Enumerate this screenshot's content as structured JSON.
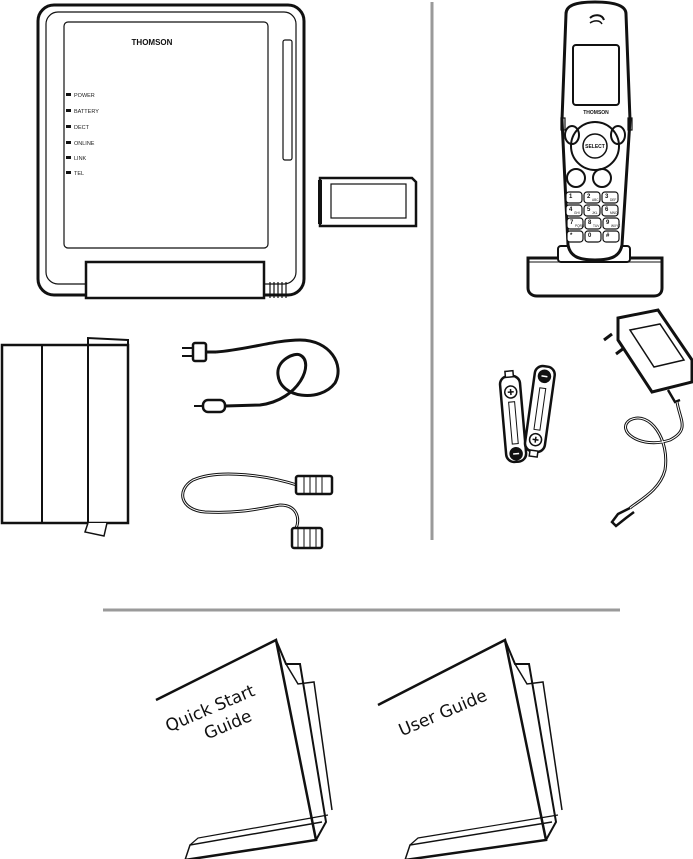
{
  "modem": {
    "brand": "THOMSON",
    "leds": [
      {
        "label": "POWER"
      },
      {
        "label": "BATTERY"
      },
      {
        "label": "DECT"
      },
      {
        "label": "ONLINE"
      },
      {
        "label": "LINK"
      },
      {
        "label": "TEL"
      }
    ]
  },
  "handset": {
    "brand": "THOMSON",
    "select_label": "SELECT",
    "keypad": [
      {
        "num": "1",
        "letters": ""
      },
      {
        "num": "2",
        "letters": "ABC"
      },
      {
        "num": "3",
        "letters": "DEF"
      },
      {
        "num": "4",
        "letters": "GHI"
      },
      {
        "num": "5",
        "letters": "JKL"
      },
      {
        "num": "6",
        "letters": "MNO"
      },
      {
        "num": "7",
        "letters": "PQRS"
      },
      {
        "num": "8",
        "letters": "TUV"
      },
      {
        "num": "9",
        "letters": "WXYZ"
      },
      {
        "num": "*",
        "letters": ""
      },
      {
        "num": "0",
        "letters": ""
      },
      {
        "num": "#",
        "letters": ""
      }
    ]
  },
  "guides": [
    {
      "line1": "Quick Start",
      "line2": "Guide"
    },
    {
      "line1": "User Guide",
      "line2": ""
    }
  ]
}
